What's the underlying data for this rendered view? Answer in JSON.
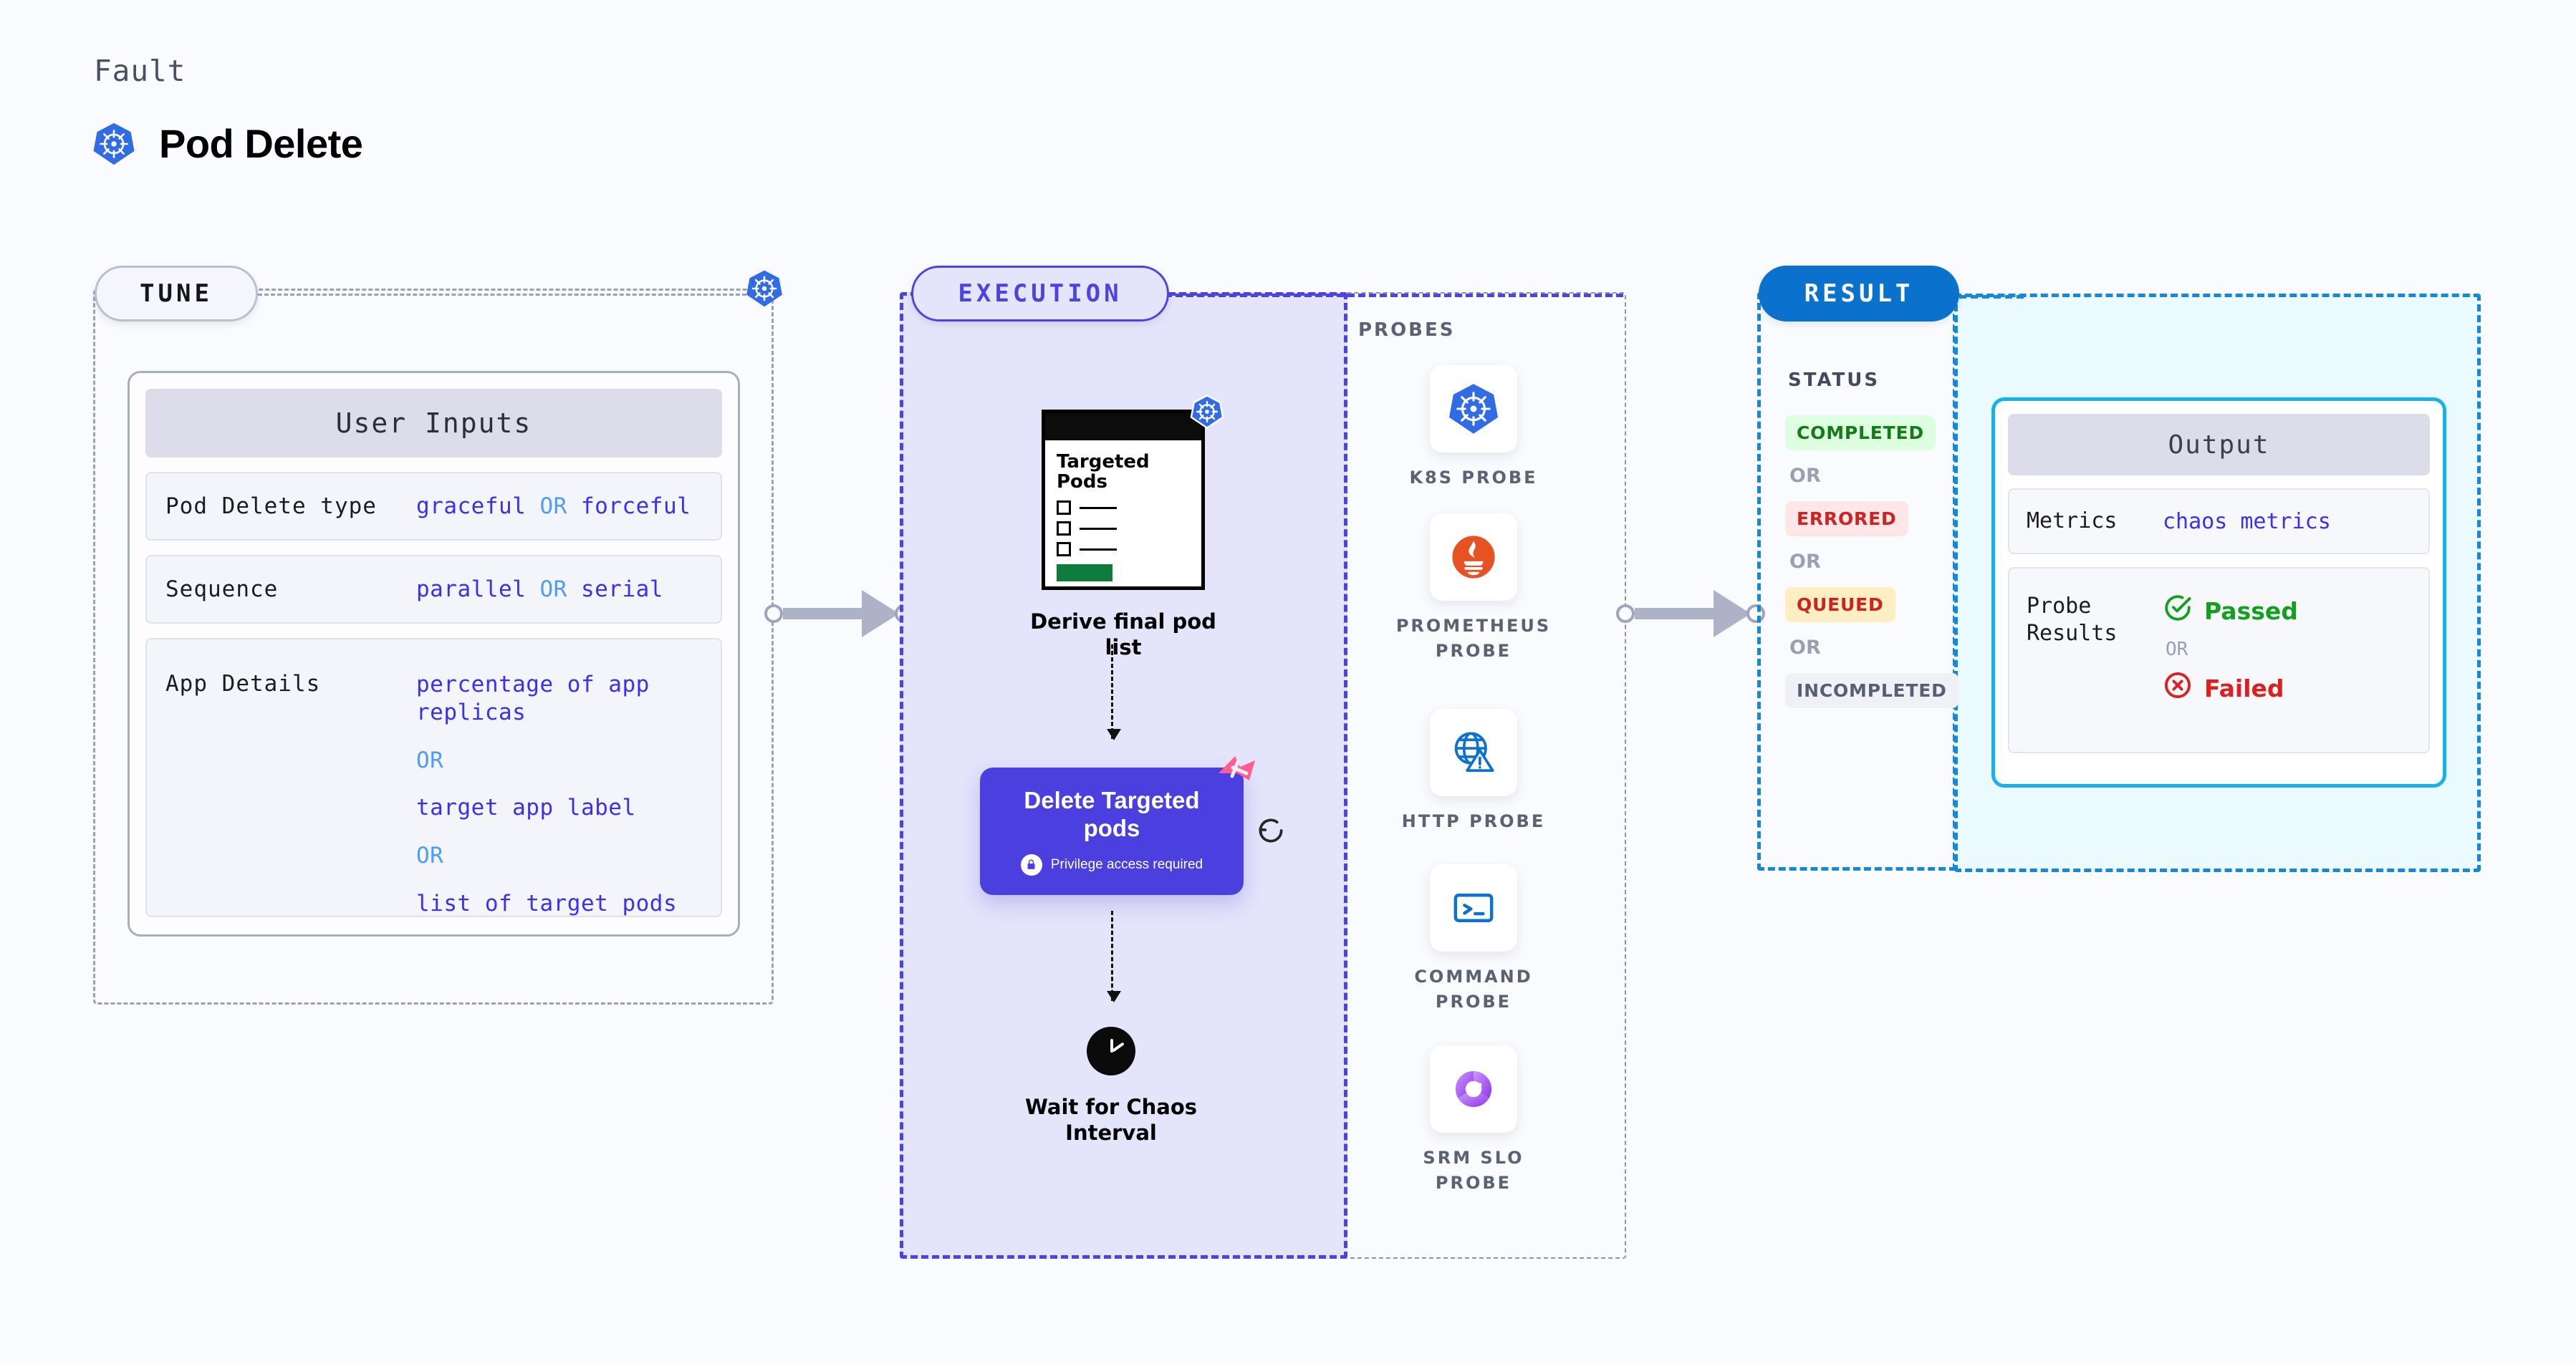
{
  "header": {
    "kicker": "Fault",
    "title": "Pod Delete",
    "icon": "kubernetes-icon"
  },
  "tune": {
    "pill_label": "TUNE",
    "edge_icon": "kubernetes-icon",
    "card": {
      "heading": "User Inputs",
      "rows": [
        {
          "key": "Pod Delete type",
          "values": [
            "graceful",
            "forceful"
          ],
          "separator": "OR"
        },
        {
          "key": "Sequence",
          "values": [
            "parallel",
            "serial"
          ],
          "separator": "OR"
        },
        {
          "key": "App Details",
          "values": [
            "percentage of app replicas",
            "target app label",
            "list of target pods"
          ],
          "separator": "OR"
        }
      ]
    }
  },
  "connectors": [
    {
      "name": "tune-to-execution"
    },
    {
      "name": "execution-to-result"
    }
  ],
  "execution": {
    "pill_label": "EXECUTION",
    "nodes": [
      {
        "name": "derive-final-pod-list",
        "label": "Derive final pod list",
        "doc_title": "Targeted Pods",
        "badge_icon": "kubernetes-icon"
      },
      {
        "name": "delete-targeted-pods",
        "label": "Delete Targeted pods",
        "note": "Privilege access required",
        "note_icon": "lock-icon",
        "corner_icon": "litmus-icon",
        "side_icon": "retry-icon",
        "color": "#4b3fe0"
      },
      {
        "name": "wait-for-chaos-interval",
        "label": "Wait for Chaos Interval",
        "icon": "clock-icon"
      }
    ]
  },
  "probes": {
    "title": "PROBES",
    "items": [
      {
        "label": "K8S PROBE",
        "icon": "kubernetes-icon"
      },
      {
        "label": "PROMETHEUS PROBE",
        "icon": "prometheus-icon"
      },
      {
        "label": "HTTP PROBE",
        "icon": "globe-warning-icon"
      },
      {
        "label": "COMMAND PROBE",
        "icon": "terminal-icon"
      },
      {
        "label": "SRM SLO PROBE",
        "icon": "srm-slo-icon"
      }
    ]
  },
  "result": {
    "pill_label": "RESULT",
    "status_title": "STATUS",
    "or_label": "OR",
    "statuses": [
      {
        "label": "COMPLETED",
        "tone": "success"
      },
      {
        "label": "ERRORED",
        "tone": "danger"
      },
      {
        "label": "QUEUED",
        "tone": "warning"
      },
      {
        "label": "INCOMPLETED",
        "tone": "neutral"
      }
    ],
    "output": {
      "heading": "Output",
      "metrics_key": "Metrics",
      "metrics_value": "chaos metrics",
      "probe_key": "Probe Results",
      "passed_label": "Passed",
      "failed_label": "Failed",
      "or_label": "OR"
    }
  },
  "colors": {
    "background": "#fafbfe",
    "execution_fill": "#e4e4fb",
    "execution_accent": "#4b44e0",
    "result_accent": "#1787d8",
    "output_fill": "#eafaff",
    "output_border": "#16b2e8",
    "value_blue": "#3b2ff0",
    "or_blue": "#4f9cf7",
    "success": "#157a18",
    "danger": "#cf2222",
    "warning": "#cf2222",
    "node_purple": "#4b3fe0",
    "litmus_pink": "#fc5f8f"
  }
}
